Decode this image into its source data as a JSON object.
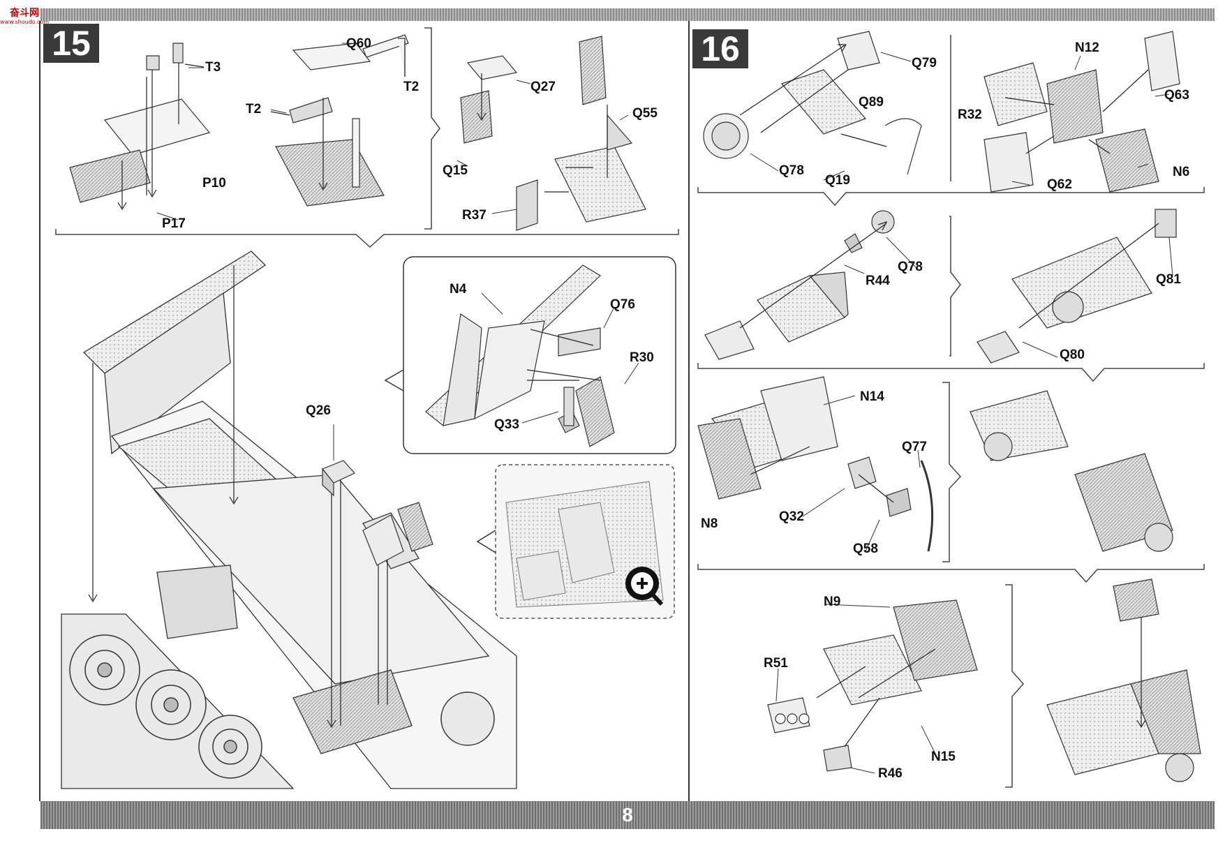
{
  "logo": {
    "text": "奋斗网",
    "sub": "www.shoudo.com"
  },
  "page_number": "8",
  "steps": [
    {
      "number": "15"
    },
    {
      "number": "16"
    }
  ],
  "step15": {
    "labels": {
      "t3": "T3",
      "q60": "Q60",
      "t2a": "T2",
      "t2b": "T2",
      "p10": "P10",
      "p17": "P17",
      "q27": "Q27",
      "q15": "Q15",
      "q55": "Q55",
      "r37": "R37",
      "n4": "N4",
      "q76": "Q76",
      "r30": "R30",
      "q33": "Q33",
      "q26": "Q26"
    }
  },
  "step16": {
    "labels": {
      "q79": "Q79",
      "q89": "Q89",
      "q78a": "Q78",
      "q19": "Q19",
      "n12": "N12",
      "r32": "R32",
      "q63": "Q63",
      "q62": "Q62",
      "n6": "N6",
      "r44": "R44",
      "q78b": "Q78",
      "q81": "Q81",
      "q80": "Q80",
      "n14": "N14",
      "q77": "Q77",
      "n8": "N8",
      "q32": "Q32",
      "q58": "Q58",
      "n9": "N9",
      "r51": "R51",
      "n15": "N15",
      "r46": "R46"
    }
  },
  "icons": {
    "zoom": "magnifier-plus-icon"
  }
}
